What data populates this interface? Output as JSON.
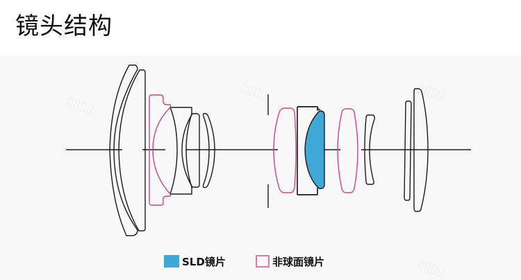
{
  "title": "镜头结构",
  "colors": {
    "outline": "#1a1a1a",
    "aspherical_outline": "#c8467f",
    "sld_fill": "#3fa8d6",
    "panel_bg": "#f8f8f8"
  },
  "diagram": {
    "description": "lens optical construction diagram",
    "elements": [
      {
        "id": "g1-e1",
        "type": "standard"
      },
      {
        "id": "g1-e2",
        "type": "standard"
      },
      {
        "id": "g1-e3",
        "type": "aspherical"
      },
      {
        "id": "g1-e4",
        "type": "standard"
      },
      {
        "id": "g1-e5",
        "type": "standard"
      },
      {
        "id": "g1-e6",
        "type": "standard"
      },
      {
        "id": "g2-e7",
        "type": "aspherical"
      },
      {
        "id": "g2-e8",
        "type": "standard"
      },
      {
        "id": "g2-e9",
        "type": "sld"
      },
      {
        "id": "g2-e10",
        "type": "aspherical"
      },
      {
        "id": "g3-e11",
        "type": "standard"
      },
      {
        "id": "g3-e12",
        "type": "standard"
      },
      {
        "id": "g3-e13",
        "type": "standard"
      }
    ],
    "has_aperture_stop": true
  },
  "legend": {
    "items": [
      {
        "label": "SLD镜片",
        "type": "sld"
      },
      {
        "label": "非球面镜片",
        "type": "aspherical"
      }
    ]
  }
}
